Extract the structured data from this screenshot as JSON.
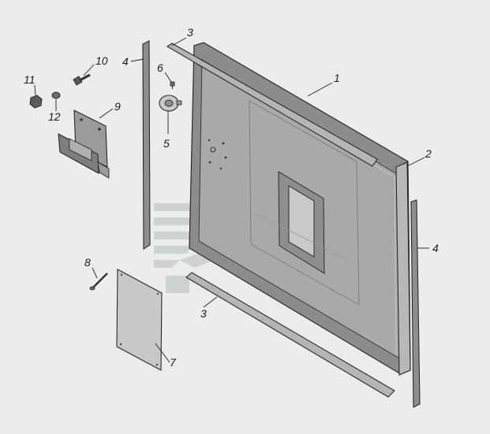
{
  "colors": {
    "background": "#ececec",
    "panel": "#a9a9a9",
    "frame": "#8c8c8c",
    "outline": "#2a2a2a",
    "watermark": "#c7cfcc"
  },
  "watermark": {
    "icon": "stylized-road-logo"
  },
  "callouts": [
    {
      "id": "c1",
      "text": "1"
    },
    {
      "id": "c2",
      "text": "2"
    },
    {
      "id": "c3a",
      "text": "3"
    },
    {
      "id": "c3b",
      "text": "3"
    },
    {
      "id": "c4a",
      "text": "4"
    },
    {
      "id": "c4b",
      "text": "4"
    },
    {
      "id": "c5",
      "text": "5"
    },
    {
      "id": "c6",
      "text": "6"
    },
    {
      "id": "c7",
      "text": "7"
    },
    {
      "id": "c8",
      "text": "8"
    },
    {
      "id": "c9",
      "text": "9"
    },
    {
      "id": "c10",
      "text": "10"
    },
    {
      "id": "c11",
      "text": "11"
    },
    {
      "id": "c12",
      "text": "12"
    }
  ]
}
